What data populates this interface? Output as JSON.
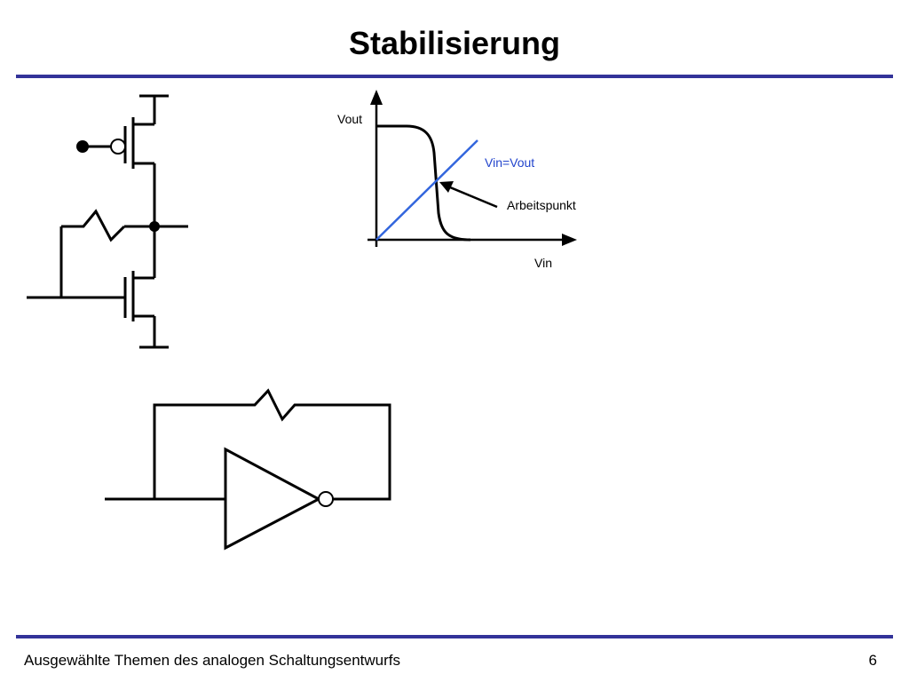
{
  "slide": {
    "title": "Stabilisierung",
    "footer": "Ausgewählte Themen des analogen Schaltungsentwurfs",
    "page_number": "6"
  },
  "transfer_plot": {
    "y_axis_label": "Vout",
    "x_axis_label": "Vin",
    "diagonal_label": "Vin=Vout",
    "operating_point_label": "Arbeitspunkt"
  },
  "colors": {
    "accent_rule": "#333399",
    "diagonal_line": "#3366dd",
    "diagonal_label": "#2244cc"
  }
}
